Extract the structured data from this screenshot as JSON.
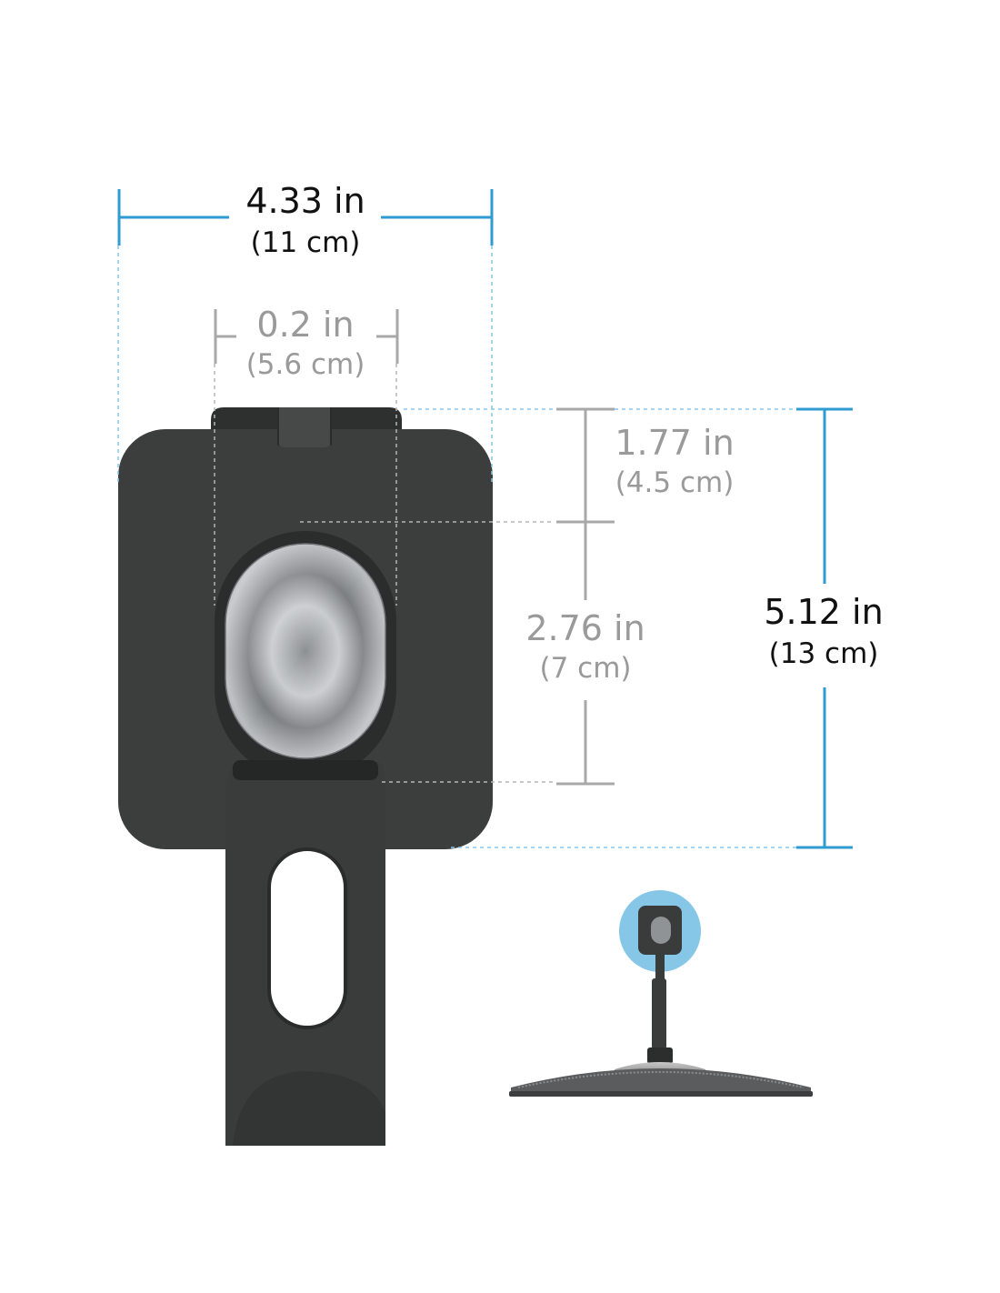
{
  "dimensions": {
    "total_width": {
      "value": "4.33 in",
      "metric": "(11 cm)"
    },
    "slot_width": {
      "value": "0.2 in",
      "metric": "(5.6 cm)"
    },
    "upper_height": {
      "value": "1.77 in",
      "metric": "(4.5 cm)"
    },
    "lower_height": {
      "value": "2.76 in",
      "metric": "(7 cm)"
    },
    "total_height": {
      "value": "5.12 in",
      "metric": "(13 cm)"
    }
  },
  "colors": {
    "accent": "#2f9bd3",
    "accent_light": "#86c7e8",
    "dim_gray": "#a8a8a8",
    "body_dark": "#3c3d3d",
    "text_dark": "#111111",
    "text_gray": "#9a9a9a"
  },
  "icons": {
    "product": "monitor-mount-plate",
    "inset": "monitor-with-mount-thumbnail"
  }
}
